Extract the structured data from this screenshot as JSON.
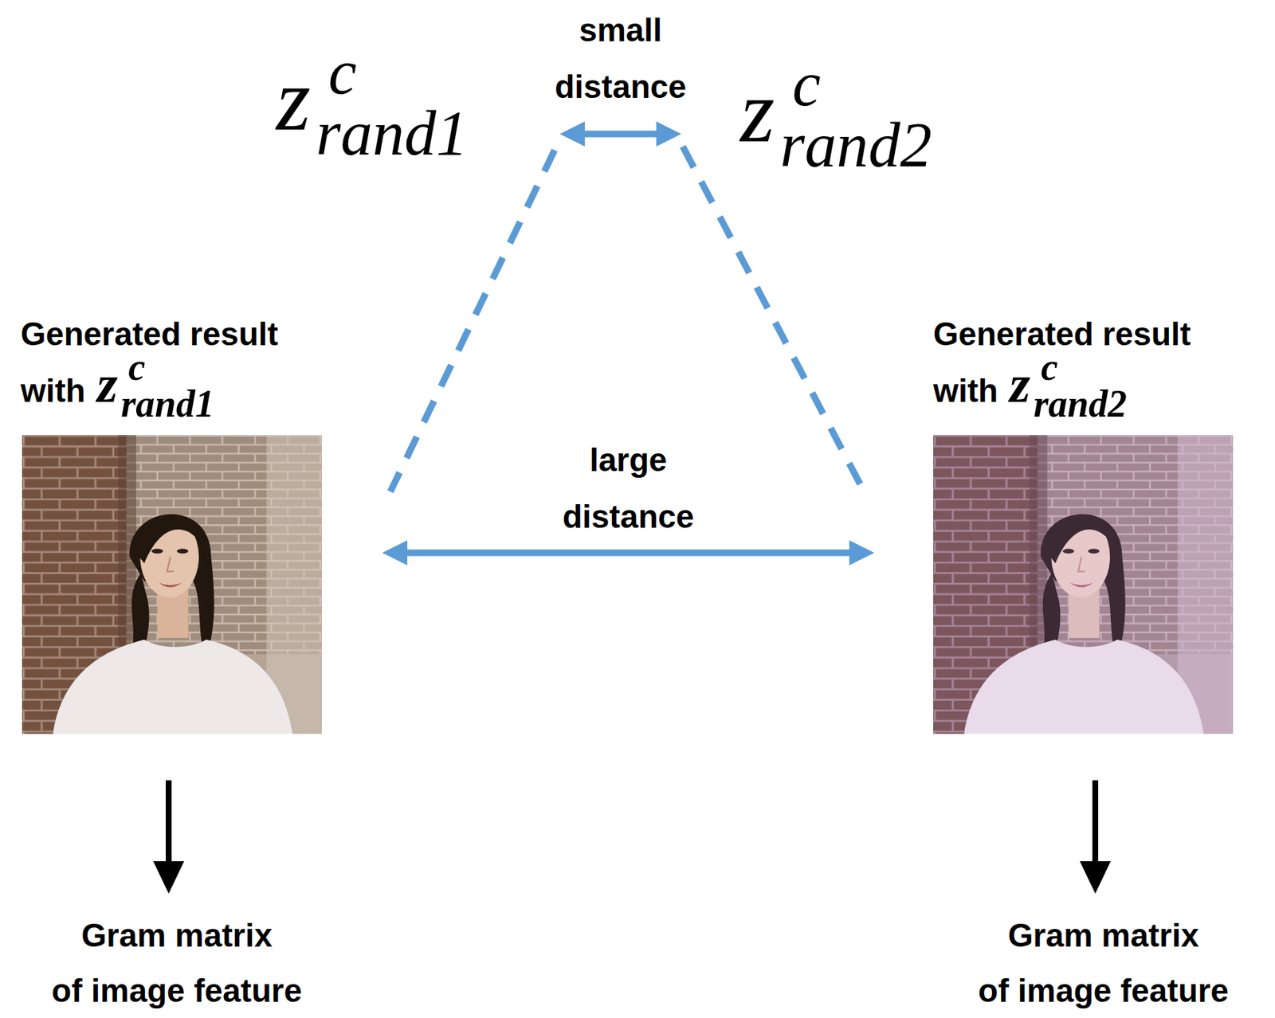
{
  "diagram": {
    "nodes": [
      {
        "text": [
          "z",
          "c",
          "rand1"
        ]
      },
      {
        "text": [
          "z",
          "c",
          "rand2"
        ]
      },
      {
        "text": [
          "Generated result with",
          "z",
          "c",
          "rand1"
        ]
      },
      {
        "text": [
          "Generated result with",
          "z",
          "c",
          "rand2"
        ]
      },
      {
        "text": [
          "Gram matrix of image feature"
        ]
      },
      {
        "text": [
          "Gram matrix of image feature"
        ]
      }
    ],
    "edges": [
      {
        "from": 0,
        "to": 1,
        "arrow": "both",
        "label": "small distance"
      },
      {
        "from": 0,
        "to": 2,
        "arrow": "none"
      },
      {
        "from": 1,
        "to": 3,
        "arrow": "none"
      },
      {
        "from": 2,
        "to": 3,
        "arrow": "both",
        "label": "large distance"
      },
      {
        "from": 2,
        "to": 4,
        "arrow": "to"
      },
      {
        "from": 3,
        "to": 5,
        "arrow": "to"
      }
    ]
  }
}
